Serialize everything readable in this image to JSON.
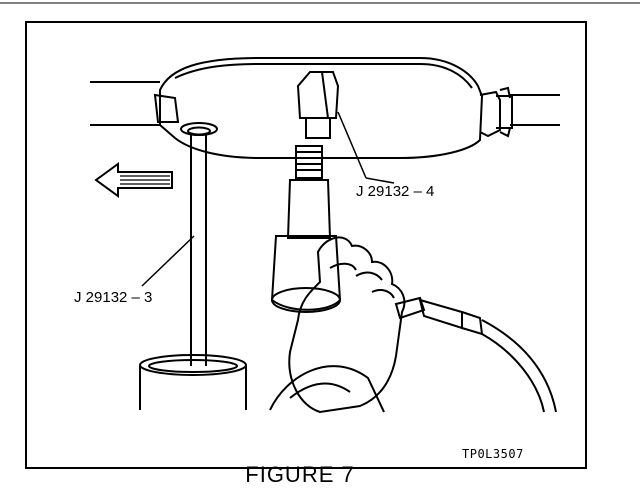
{
  "figure": {
    "callout_top": "J 29132 – 4",
    "callout_left": "J 29132 – 3",
    "code": "TP0L3507",
    "caption": "FIGURE 7"
  },
  "icons": {
    "direction_arrow": "arrow-left-icon"
  },
  "colors": {
    "ink": "#000000",
    "paper": "#ffffff"
  }
}
